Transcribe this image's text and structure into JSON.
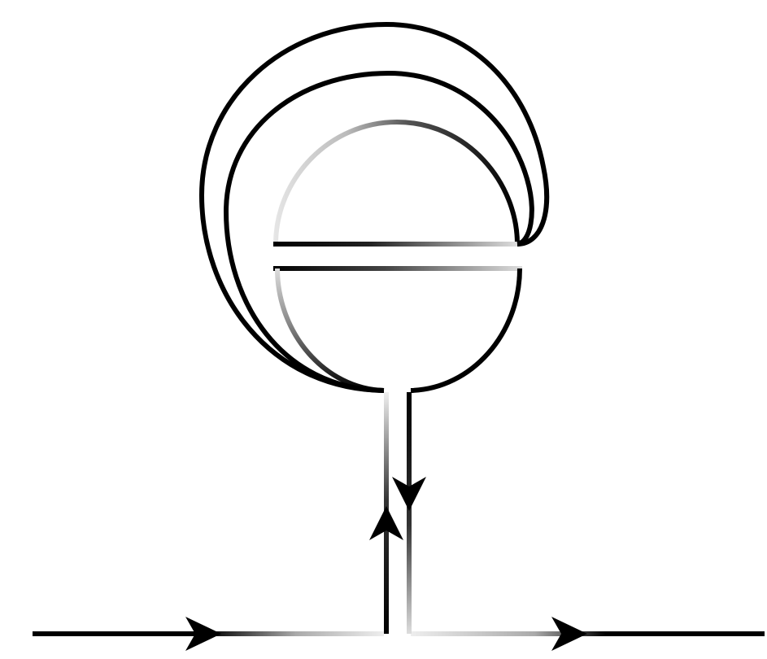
{
  "diagram": {
    "kind": "line-diagram",
    "colors": {
      "background": "#ffffff",
      "stroke_dark": "#000000",
      "stroke_light": "#e6e6e6"
    },
    "arrows": [
      {
        "id": "arrow-in-horizontal",
        "direction": "right"
      },
      {
        "id": "arrow-up-vertical",
        "direction": "up"
      },
      {
        "id": "arrow-down-vertical",
        "direction": "down"
      },
      {
        "id": "arrow-out-horizontal",
        "direction": "right"
      }
    ]
  }
}
